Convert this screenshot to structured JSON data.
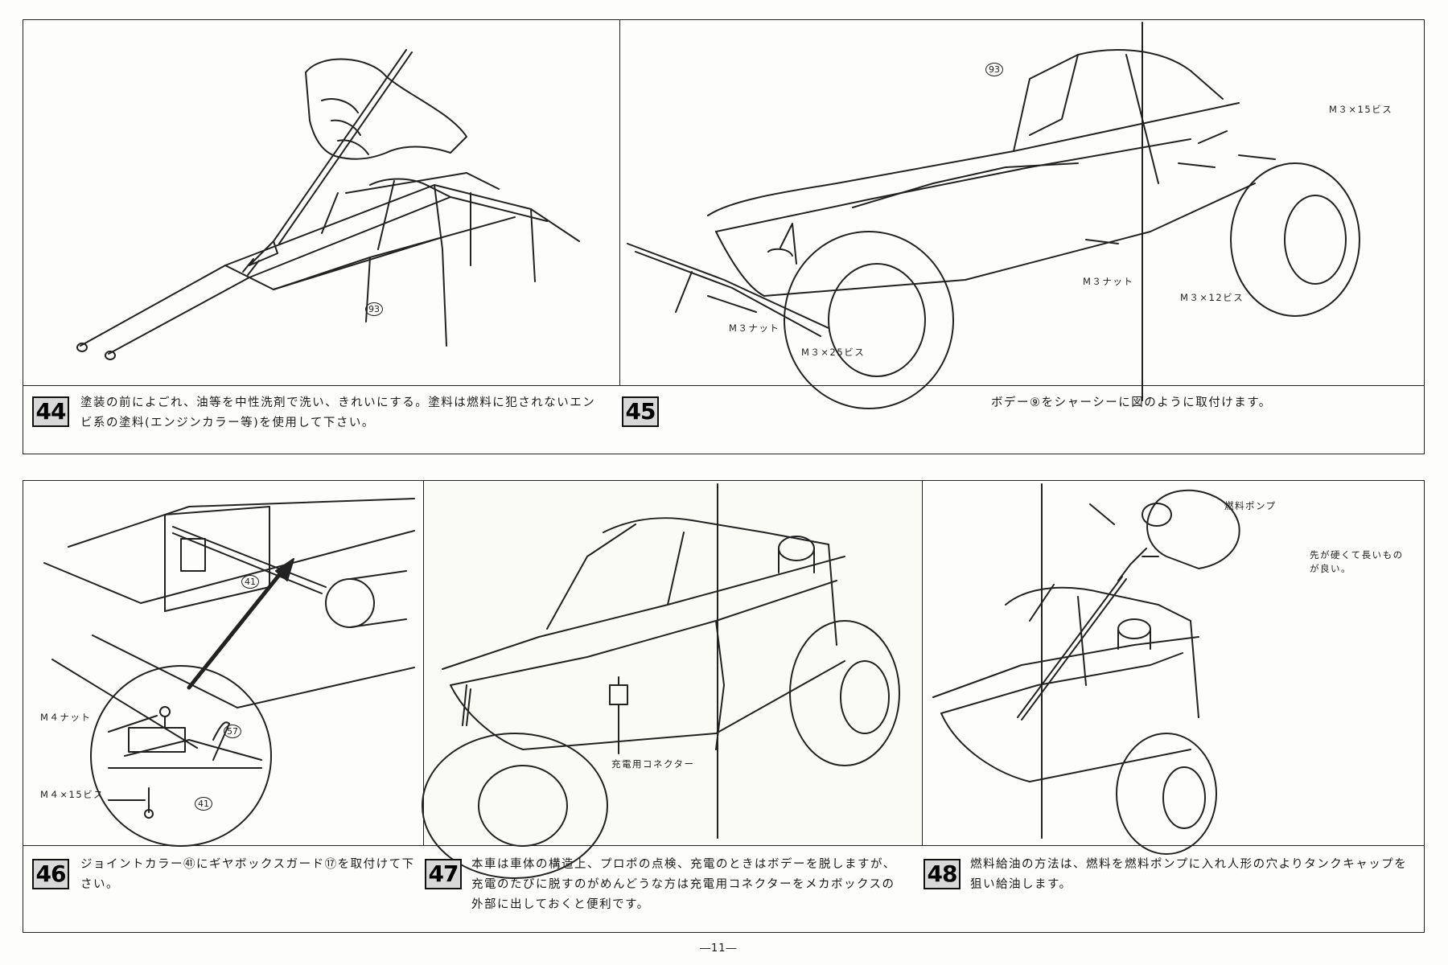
{
  "steps": [
    {
      "number": "44",
      "caption": "塗装の前によごれ、油等を中性洗剤で洗い、きれいにする。塗料は燃料に犯されないエンビ系の塗料(エンジンカラー等)を使用して下さい。",
      "part_labels": [
        "93"
      ]
    },
    {
      "number": "45",
      "caption": "ボデー⑨をシャーシーに図のように取付けます。",
      "part_labels": [
        "93"
      ],
      "callouts": [
        "M３×15ビス",
        "M３ナット",
        "M３×12ビス",
        "M３ナット",
        "M３×25ビス"
      ]
    },
    {
      "number": "46",
      "caption": "ジョイントカラー㊶にギヤボックスガード⑰を取付けて下さい。",
      "part_labels": [
        "41",
        "57",
        "41"
      ],
      "callouts": [
        "M４ナット",
        "M４×15ビス"
      ]
    },
    {
      "number": "47",
      "caption": "本車は車体の構造上、プロポの点検、充電のときはボデーを脱しますが、充電のたびに脱すのがめんどうな方は充電用コネクターをメカボックスの外部に出しておくと便利です。",
      "callouts": [
        "充電用コネクター"
      ]
    },
    {
      "number": "48",
      "caption": "燃料給油の方法は、燃料を燃料ポンプに入れ人形の穴よりタンクキャップを狙い給油します。",
      "callouts": [
        "燃料ポンプ",
        "先が硬くて長いものが良い。"
      ]
    }
  ],
  "page_number": "―11―"
}
